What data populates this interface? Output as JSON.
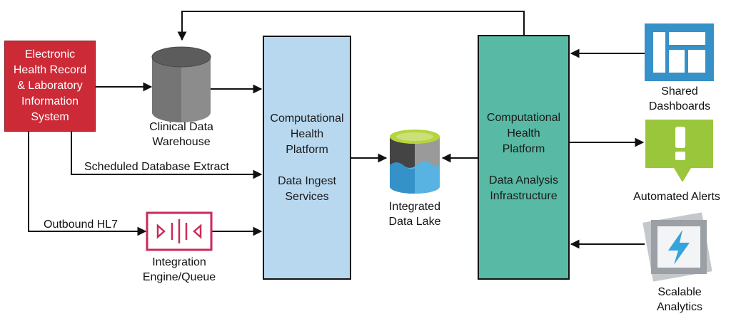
{
  "nodes": {
    "ehr": {
      "lines": "Electronic\nHealth Record\n& Laboratory\nInformation\nSystem"
    },
    "clinical_dw": {
      "label": "Clinical Data\nWarehouse"
    },
    "ingest": {
      "title": "Computational\nHealth\nPlatform",
      "subtitle": "Data Ingest\nServices"
    },
    "lake": {
      "label": "Integrated\nData Lake"
    },
    "analysis": {
      "title": "Computational\nHealth\nPlatform",
      "subtitle": "Data Analysis\nInfrastructure"
    },
    "integration": {
      "label": "Integration\nEngine/Queue"
    },
    "dashboards": {
      "label": "Shared\nDashboards"
    },
    "alerts": {
      "label": "Automated Alerts"
    },
    "analytics": {
      "label": "Scalable\nAnalytics"
    }
  },
  "edges": {
    "scheduled_extract": "Scheduled Database Extract",
    "outbound_hl7": "Outbound HL7"
  },
  "colors": {
    "ehr": "#cc2a37",
    "ingest": "#b8d8ef",
    "analysis": "#58b9a4",
    "cylinder": "#8c8c8c",
    "lake_top": "#b5d53c",
    "lake_water": "#3f9fd8",
    "integration": "#cc2a5a",
    "dashboards": "#3591c8",
    "alerts": "#9ac63b",
    "analytics": "#9aa0a5"
  },
  "icons": {
    "dashboards": "dashboard-layout-icon",
    "alerts": "exclamation-alert-icon",
    "analytics": "lightning-bolt-icon",
    "integration": "queue-icon"
  }
}
